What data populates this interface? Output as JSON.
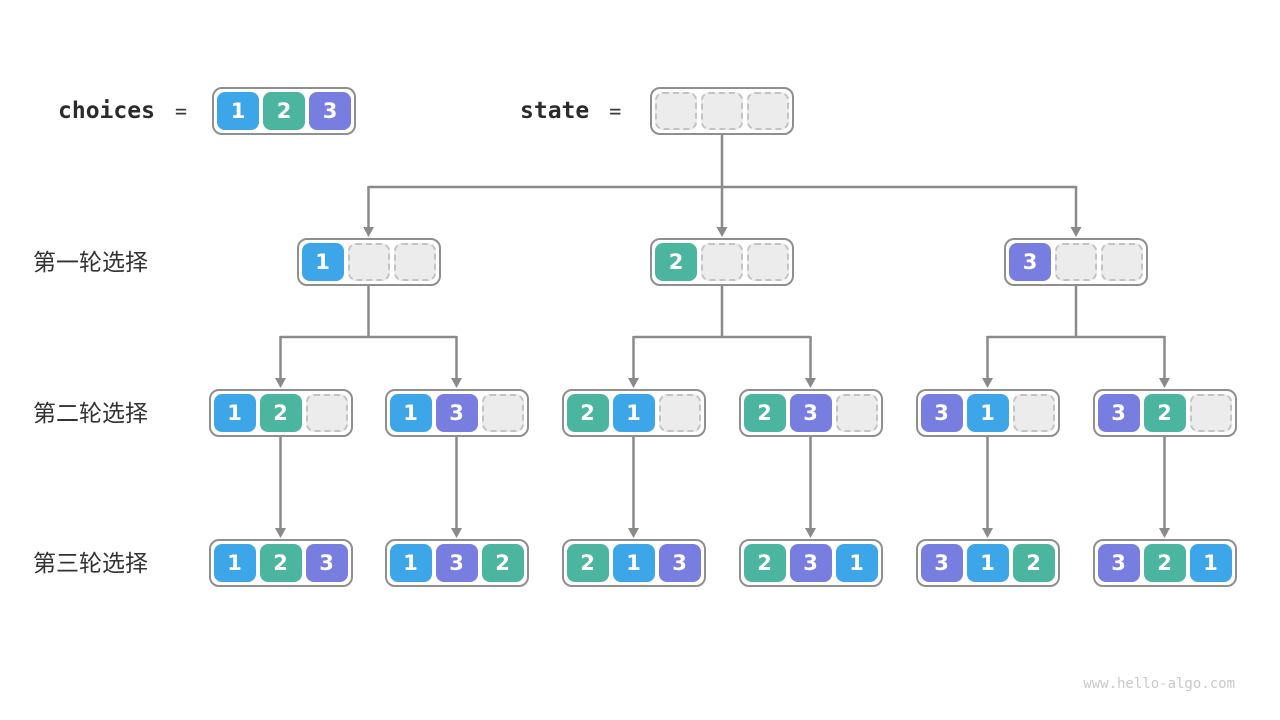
{
  "header": {
    "choices_label": "choices",
    "equals": "=",
    "choices_values": [
      "1",
      "2",
      "3"
    ],
    "state_label": "state",
    "state_cells": [
      "",
      "",
      ""
    ]
  },
  "rows": [
    {
      "label": "第一轮选择",
      "nodes": [
        [
          "1",
          "",
          ""
        ],
        [
          "2",
          "",
          ""
        ],
        [
          "3",
          "",
          ""
        ]
      ]
    },
    {
      "label": "第二轮选择",
      "nodes": [
        [
          "1",
          "2",
          ""
        ],
        [
          "1",
          "3",
          ""
        ],
        [
          "2",
          "1",
          ""
        ],
        [
          "2",
          "3",
          ""
        ],
        [
          "3",
          "1",
          ""
        ],
        [
          "3",
          "2",
          ""
        ]
      ]
    },
    {
      "label": "第三轮选择",
      "nodes": [
        [
          "1",
          "2",
          "3"
        ],
        [
          "1",
          "3",
          "2"
        ],
        [
          "2",
          "1",
          "3"
        ],
        [
          "2",
          "3",
          "1"
        ],
        [
          "3",
          "1",
          "2"
        ],
        [
          "3",
          "2",
          "1"
        ]
      ]
    }
  ],
  "colors": {
    "value_1": "#3CA6E8",
    "value_2": "#4CB5A0",
    "value_3": "#787DE0",
    "connector": "#8a8a8a",
    "node_border": "#8f8f8f",
    "empty_cell_bg": "#ececec",
    "empty_cell_border": "#c3c3c3"
  },
  "watermark": "www.hello-algo.com"
}
